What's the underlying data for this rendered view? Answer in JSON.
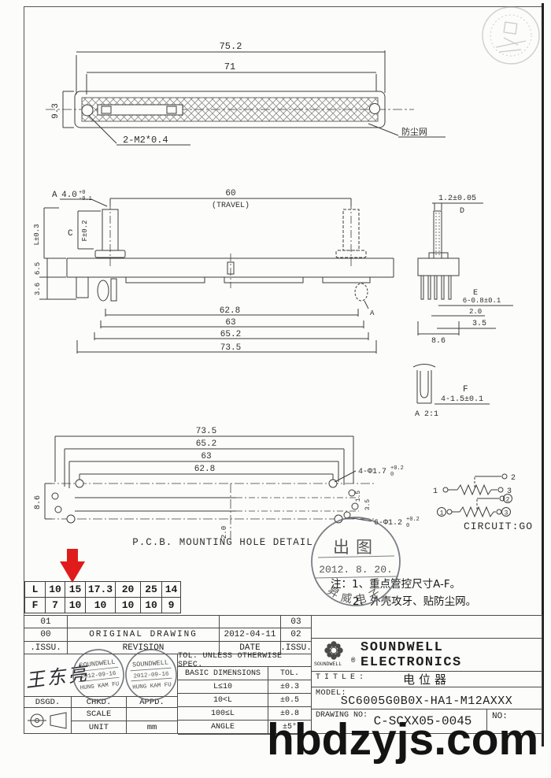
{
  "colors": {
    "ink": "#3d3d3d",
    "accent_red": "#e01b1b",
    "stamp_gray": "#5a6068",
    "watermark": "#141414"
  },
  "watermark": "hbdzyjs.com",
  "top_view": {
    "dim_752": "75.2",
    "dim_71": "71",
    "dim_93": "9.3",
    "screw_label": "2-M2*0.4",
    "dust_label": "防尘网"
  },
  "side_view": {
    "label_a": "A",
    "dim_a": "4.0",
    "dim_a_up": "+0",
    "dim_a_dn": "-0.1",
    "dim_travel": "60",
    "travel_label": "(TRAVEL)",
    "dim_l": "L±0.3",
    "label_c": "C",
    "dim_f": "F±0.2",
    "dim_65": "6.5",
    "dim_36": "3.6",
    "dim_628": "62.8",
    "dim_63": "63",
    "dim_652": "65.2",
    "dim_735": "73.5",
    "label_d": "D",
    "dim_d": "1.2±0.05",
    "label_e": "E",
    "dim_e": "6-0.8±0.1",
    "dim_20": "2.0",
    "dim_35": "3.5",
    "dim_86": "8.6",
    "detail_a_ref": "A"
  },
  "f_detail": {
    "label": "F",
    "dim": "4-1.5±0.1",
    "scale": "A 2:1"
  },
  "pcb_detail": {
    "dim_735": "73.5",
    "dim_652": "65.2",
    "dim_63": "63",
    "dim_628": "62.8",
    "dim_86": "8.6",
    "dim_20": "2.0",
    "dim_15": "1.5",
    "dim_35": "3.5",
    "hole4": "4-Φ1.7",
    "hole4_up": "+0.2",
    "hole4_dn": "0",
    "hole6": "6-Φ1.2",
    "hole6_up": "+0.2",
    "hole6_dn": "0",
    "caption": "P.C.B. MOUNTING HOLE DETAIL"
  },
  "circuit": {
    "t1": "1",
    "t2": "2",
    "t3": "3",
    "t1c": "1",
    "t2c": "2",
    "t3c": "3",
    "label": "CIRCUIT:GO"
  },
  "date_stamp": {
    "line1": "出图",
    "line2": "2012. 8. 20.",
    "line3": "昇威电子"
  },
  "lf_table": {
    "rows": [
      [
        "L",
        "10",
        "15",
        "17.3",
        "20",
        "25",
        "14"
      ],
      [
        "F",
        "7",
        "10",
        "10",
        "10",
        "10",
        "9"
      ]
    ]
  },
  "notes": {
    "n1": "注：1、重点管控尺寸A-F。",
    "n2": "2、外壳攻牙、贴防尘网。"
  },
  "revision": {
    "r1c1": "01",
    "r1c2": "",
    "r1c3": "",
    "r1c4": "03",
    "r2c1": "00",
    "r2c2": "ORIGINAL DRAWING",
    "r2c3": "2012-04-11",
    "r2c4": "02",
    "r3c1": ".ISSU.",
    "r3c2": "REVISION",
    "r3c3": "DATE",
    "r3c4": ".ISSU."
  },
  "sign_block": {
    "signature": "王东亮",
    "dsgd": "DSGD.",
    "chkd": "CHKD.",
    "appd": "APPD.",
    "scale": "SCALE",
    "unit": "UNIT",
    "unit_val": "mm"
  },
  "round_stamp": {
    "l1": "SOUNDWELL",
    "l2": "2012-09-16",
    "l3": "HUNG KAM FU"
  },
  "tol_table": {
    "header": "TOL. UNLESS OTHERWISE SPEC.",
    "basic": "BASIC DIMENSIONS",
    "tol": "TOL.",
    "r1a": "L≤10",
    "r1b": "±0.3",
    "r2a": "10<L",
    "r2b": "±0.5",
    "r3a": "100≤L",
    "r3b": "±0.8",
    "r4a": "ANGLE",
    "r4b": "±5°"
  },
  "title_block": {
    "logo": "SOUNDWELL",
    "reg": "®",
    "company": "SOUNDWELL ELECTRONICS",
    "title_label": "TITLE:",
    "title": "电位器",
    "model_label": "MODEL:",
    "model": "SC6005G0B0X-HA1-M12AXXX",
    "dwg_label": "DRAWING NO:",
    "dwg": "C-SCXX05-0045",
    "no_label": "NO:"
  }
}
